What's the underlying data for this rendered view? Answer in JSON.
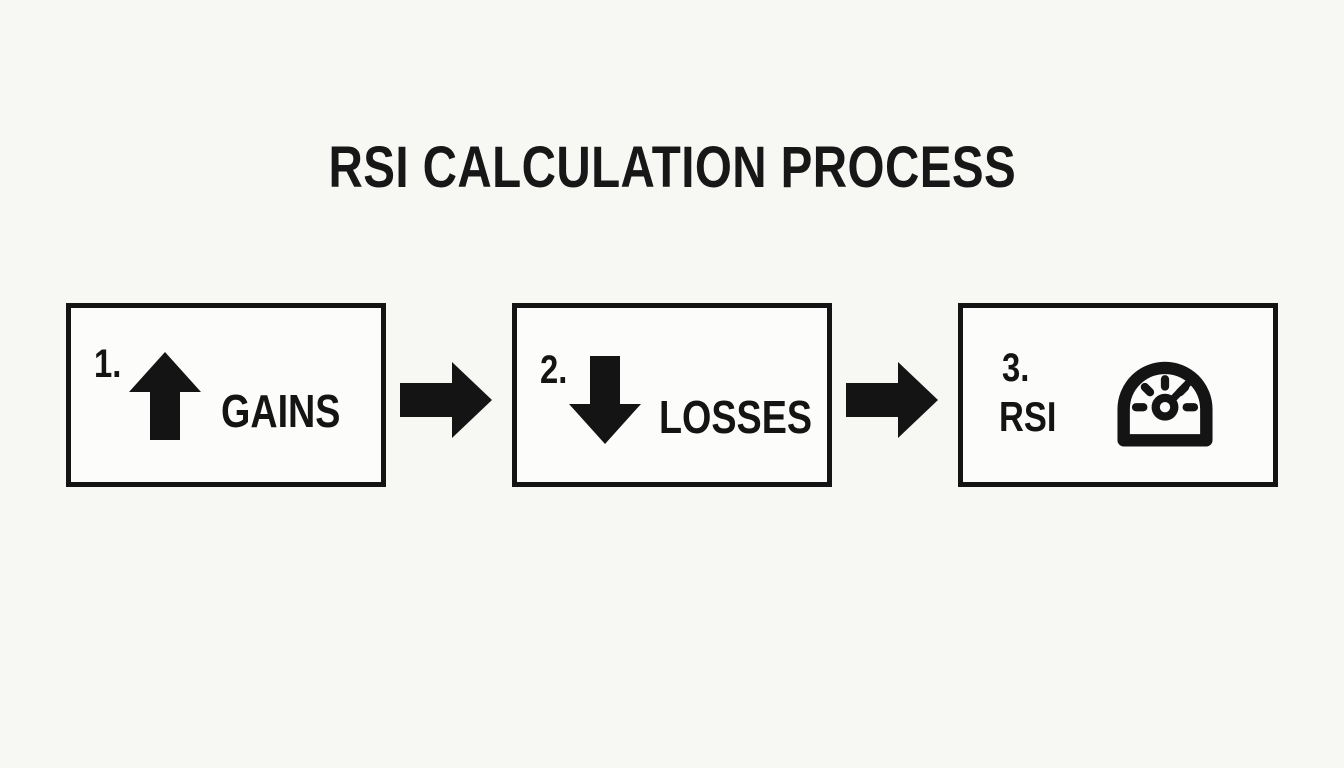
{
  "title": "RSI CALCULATION PROCESS",
  "colors": {
    "background": "#f7f7f4",
    "ink": "#141414",
    "box_background": "#fcfcfa"
  },
  "steps": [
    {
      "number": "1.",
      "label": "GAINS",
      "icon": "up-arrow-icon"
    },
    {
      "number": "2.",
      "label": "LOSSES",
      "icon": "down-arrow-icon"
    },
    {
      "number": "3.",
      "label": "RSI",
      "icon": "gauge-icon"
    }
  ],
  "connectors": [
    {
      "icon": "right-arrow-icon"
    },
    {
      "icon": "right-arrow-icon"
    }
  ]
}
